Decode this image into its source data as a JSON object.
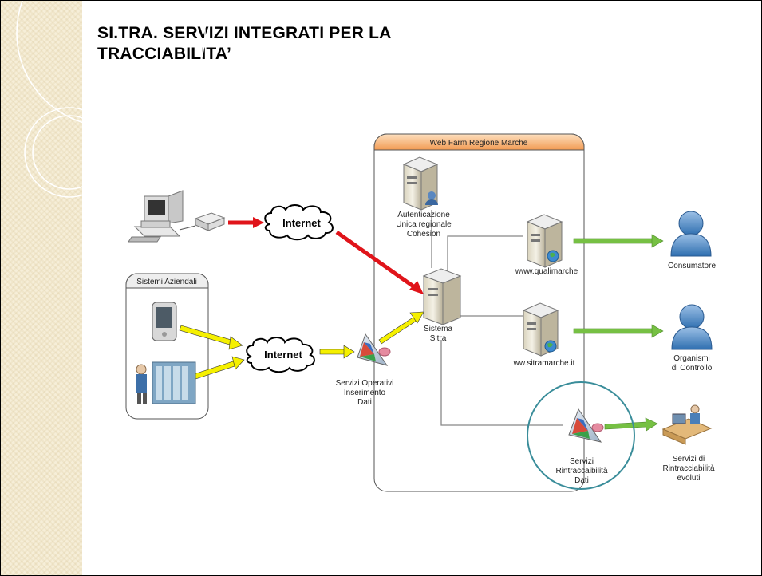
{
  "slide": {
    "title_line1": "SI.TRA. SERVIZI INTEGRATI PER LA",
    "title_line2": "TRACCIABILITA’"
  },
  "diagram": {
    "web_farm_label": "Web Farm Regione Marche",
    "sistemi_aziendali_label": "Sistemi Aziendali",
    "internet_top": "Internet",
    "internet_bottom": "Internet",
    "auth_line1": "Autenticazione",
    "auth_line2": "Unica regionale",
    "auth_line3": "Cohesion",
    "sistema_line1": "Sistema",
    "sistema_line2": "Sitra",
    "qualimarche": "www.qualimarche",
    "sitramarche": "ww.sitramarche.it",
    "servizi_op_line1": "Servizi Operativi",
    "servizi_op_line2": "Inserimento",
    "servizi_op_line3": "Dati",
    "rintr_line1": "Servizi",
    "rintr_line2": "Rintraccaibilità",
    "rintr_line3": "Dati",
    "consumatore": "Consumatore",
    "organismi_line1": "Organismi",
    "organismi_line2": "di Controllo",
    "evoluti_line1": "Servizi di",
    "evoluti_line2": "Rintracciabilità",
    "evoluti_line3": "evoluti"
  },
  "colors": {
    "red_arrow": "#e0141a",
    "yellow_arrow": "#f5f000",
    "green_arrow": "#76c043",
    "highlight_circle": "#3a8d9a",
    "web_farm_header": "#f4a860"
  }
}
